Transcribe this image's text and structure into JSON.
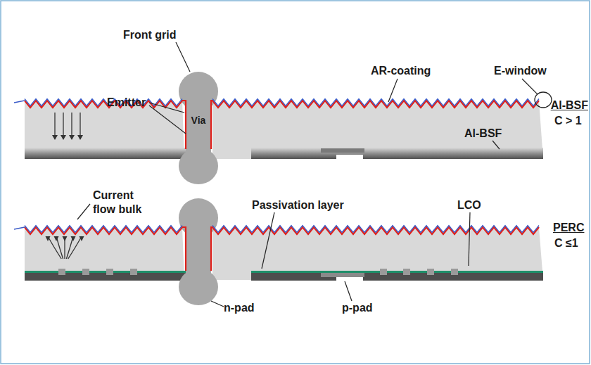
{
  "diagram": {
    "labels": [
      "Front grid",
      "AR-coating",
      "E-window",
      "Emitter",
      "Via",
      "Al-BSF",
      "Al-BSF",
      "C > 1",
      "Current flow bulk",
      "Passivation layer",
      "LCO",
      "PERC",
      "C ≤1",
      "n-pad",
      "p-pad"
    ]
  }
}
